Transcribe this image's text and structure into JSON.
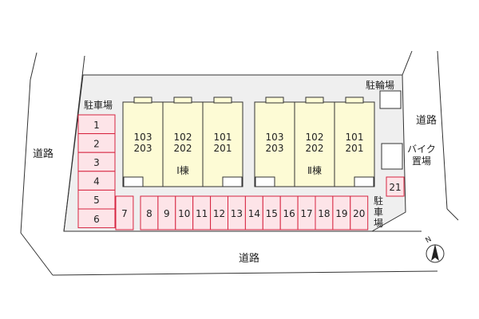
{
  "roads": {
    "left": "道路",
    "top_right": "道路",
    "bottom": "道路"
  },
  "bicycle_parking": "駐輪場",
  "bike_parking": [
    "バイク",
    "置場"
  ],
  "parking_label_top": "駐車場",
  "parking_label_right": [
    "駐",
    "車",
    "場"
  ],
  "buildings": [
    {
      "name": "Ⅰ棟",
      "units": [
        [
          "103",
          "203"
        ],
        [
          "102",
          "202"
        ],
        [
          "101",
          "201"
        ]
      ]
    },
    {
      "name": "Ⅱ棟",
      "units": [
        [
          "103",
          "203"
        ],
        [
          "102",
          "202"
        ],
        [
          "101",
          "201"
        ]
      ]
    }
  ],
  "parking_left": [
    "1",
    "2",
    "3",
    "4",
    "5",
    "6"
  ],
  "parking_bottom": [
    "7",
    "8",
    "9",
    "10",
    "11",
    "12",
    "13",
    "14",
    "15",
    "16",
    "17",
    "18",
    "19",
    "20"
  ],
  "parking_right": [
    "21"
  ],
  "compass": "N",
  "colors": {
    "lot": "#efefef",
    "building": "#fdfbd5",
    "parking_fill": "#fde4e8",
    "parking_stroke": "#d6233f",
    "line": "#333333"
  }
}
